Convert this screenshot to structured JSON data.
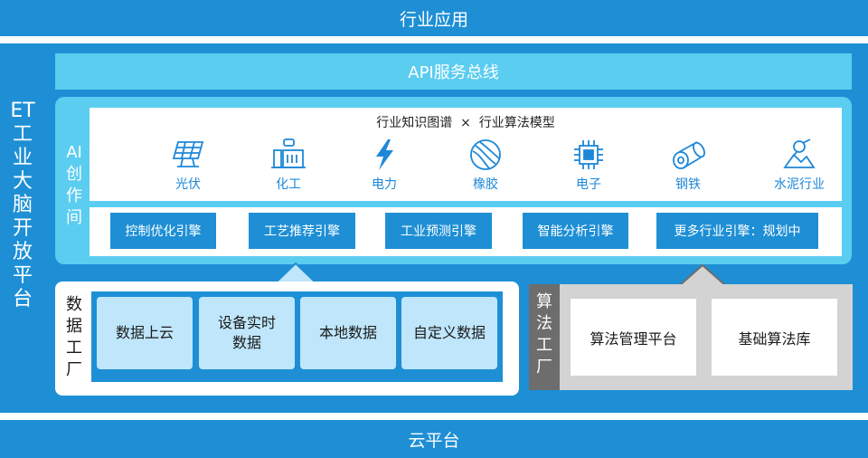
{
  "top_layer": "行业应用",
  "bottom_layer": "云平台",
  "platform_title": "ET\n工\n业\n大\n脑\n开\n放\n平\n台",
  "api_bus": "API服务总线",
  "ai_space": {
    "label": "AI\n创\n作\n间",
    "heading": "行业知识图谱  ×  行业算法模型",
    "industries": [
      {
        "label": "光伏",
        "icon": "solar-panel-icon"
      },
      {
        "label": "化工",
        "icon": "chemical-plant-icon"
      },
      {
        "label": "电力",
        "icon": "lightning-icon"
      },
      {
        "label": "橡胶",
        "icon": "rubber-ball-icon"
      },
      {
        "label": "电子",
        "icon": "chip-icon"
      },
      {
        "label": "钢铁",
        "icon": "steel-coil-icon"
      },
      {
        "label": "水泥行业",
        "icon": "cement-mixer-icon"
      }
    ],
    "engines": [
      "控制优化引擎",
      "工艺推荐引擎",
      "工业预测引擎",
      "智能分析引擎",
      "更多行业引擎：规划中"
    ]
  },
  "data_factory": {
    "label": "数\n据\n工\n厂",
    "items": [
      "数据上云",
      "设备实时\n数据",
      "本地数据",
      "自定义数据"
    ]
  },
  "algorithm_factory": {
    "label": "算\n法\n工\n厂",
    "items": [
      "算法管理平台",
      "基础算法库"
    ]
  },
  "colors": {
    "primary_blue": "#1e8fd5",
    "light_blue": "#5bcdf0",
    "pale_blue": "#bfe6fb",
    "icon_blue": "#1e88d8",
    "gray": "#d3d3d3",
    "dark_gray": "#6d6d6d"
  }
}
